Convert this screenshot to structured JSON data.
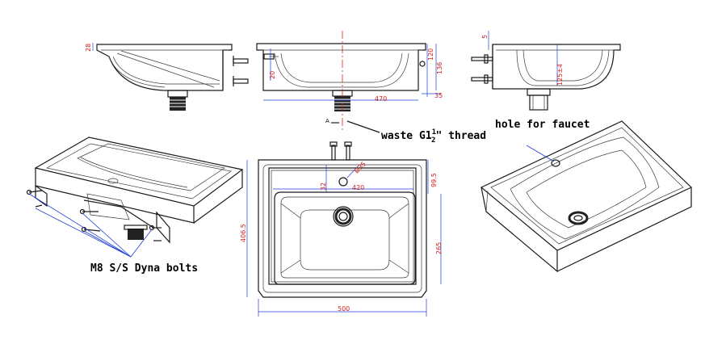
{
  "callouts": {
    "waste": "waste G1",
    "waste_frac_num": "1",
    "waste_frac_den": "2",
    "waste_suffix": "\" thread",
    "faucet": "hole for faucet",
    "bolts": "M8 S/S Dyna bolts"
  },
  "dimensions": {
    "d28": "28",
    "d470": "470",
    "d120": "120",
    "d136": "136",
    "d35": "35",
    "d5": "5",
    "d125": "125±4",
    "d99_5": "99.5",
    "d420": "420",
    "d32": "32",
    "d35b": "Ø35",
    "d406_5": "406.5",
    "d265": "265",
    "d500": "500",
    "d20": "20",
    "dA": "A"
  },
  "colors": {
    "dimension_text": "#d42020",
    "dimension_lines": "#1e3fd6",
    "outline": "#1a1a1a"
  }
}
